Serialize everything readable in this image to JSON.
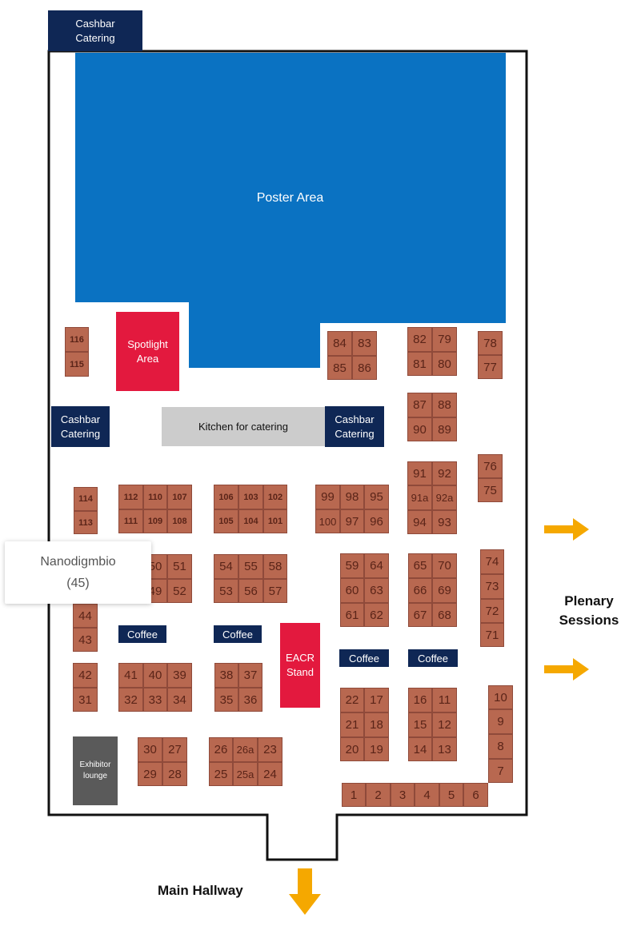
{
  "map": {
    "colors": {
      "poster_area": "#0a72c2",
      "navy": "#0f2755",
      "red": "#e3193e",
      "booth": "#b86850",
      "kitchen": "#cccccc",
      "lounge": "#5a5a5a",
      "arrow": "#f5a800"
    },
    "areas": {
      "cashbar_top": "Cashbar\nCatering",
      "poster": "Poster Area",
      "spotlight": "Spotlight\nArea",
      "cashbar_left": "Cashbar\nCatering",
      "kitchen": "Kitchen for catering",
      "cashbar_mid": "Cashbar\nCatering",
      "eacr": "EACR\nStand",
      "lounge": "Exhibitor\nlounge"
    },
    "coffee_label": "Coffee",
    "labels": {
      "plenary": "Plenary\nSessions",
      "main_hallway": "Main Hallway"
    },
    "tooltip": {
      "name": "Nanodigmbio",
      "booth": "(45)"
    },
    "booths": [
      "116",
      "115",
      "84",
      "83",
      "85",
      "86",
      "82",
      "79",
      "81",
      "80",
      "78",
      "77",
      "87",
      "88",
      "90",
      "89",
      "91",
      "92",
      "91a",
      "92a",
      "94",
      "93",
      "76",
      "75",
      "114",
      "113",
      "112",
      "110",
      "107",
      "111",
      "109",
      "108",
      "106",
      "103",
      "102",
      "105",
      "104",
      "101",
      "99",
      "98",
      "95",
      "100",
      "97",
      "96",
      "50",
      "51",
      "49",
      "52",
      "54",
      "55",
      "58",
      "53",
      "56",
      "57",
      "59",
      "64",
      "60",
      "63",
      "61",
      "62",
      "65",
      "70",
      "66",
      "69",
      "67",
      "68",
      "74",
      "73",
      "72",
      "71",
      "44",
      "43",
      "42",
      "31",
      "41",
      "40",
      "39",
      "32",
      "33",
      "34",
      "38",
      "37",
      "35",
      "36",
      "22",
      "17",
      "21",
      "18",
      "20",
      "19",
      "16",
      "11",
      "15",
      "12",
      "14",
      "13",
      "10",
      "9",
      "8",
      "7",
      "30",
      "27",
      "29",
      "28",
      "26",
      "26a",
      "23",
      "25",
      "25a",
      "24",
      "1",
      "2",
      "3",
      "4",
      "5",
      "6"
    ]
  }
}
